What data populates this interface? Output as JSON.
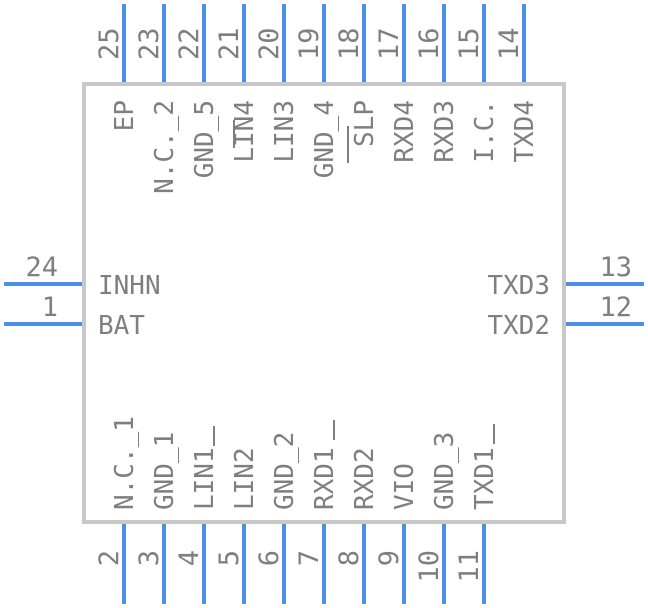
{
  "top_pins": [
    {
      "num": "25",
      "label": "EP"
    },
    {
      "num": "23",
      "label": "N.C._2"
    },
    {
      "num": "22",
      "label": "GND_5"
    },
    {
      "num": "21",
      "label": "LIN4"
    },
    {
      "num": "20",
      "label": "LIN3"
    },
    {
      "num": "19",
      "label": "GND_4"
    },
    {
      "num": "18",
      "label": "SLP"
    },
    {
      "num": "17",
      "label": "RXD4"
    },
    {
      "num": "16",
      "label": "RXD3"
    },
    {
      "num": "15",
      "label": "I.C."
    },
    {
      "num": "14",
      "label": "TXD4"
    }
  ],
  "bottom_pins": [
    {
      "num": "2",
      "label": "N.C._1"
    },
    {
      "num": "3",
      "label": "GND_1"
    },
    {
      "num": "4",
      "label": "LIN1"
    },
    {
      "num": "5",
      "label": "LIN2"
    },
    {
      "num": "6",
      "label": "GND_2"
    },
    {
      "num": "7",
      "label": "RXD1"
    },
    {
      "num": "8",
      "label": "RXD2"
    },
    {
      "num": "9",
      "label": "VIO"
    },
    {
      "num": "10",
      "label": "GND_3"
    },
    {
      "num": "11",
      "label": "TXD1"
    }
  ],
  "left_pins": [
    {
      "num": "24",
      "label": "INHN"
    },
    {
      "num": "1",
      "label": "BAT"
    }
  ],
  "right_pins": [
    {
      "num": "13",
      "label": "TXD3"
    },
    {
      "num": "12",
      "label": "TXD2"
    }
  ],
  "colors": {
    "pin": "#4d8ee8",
    "body": "#c8c8c8",
    "text": "#7f7f7f"
  }
}
